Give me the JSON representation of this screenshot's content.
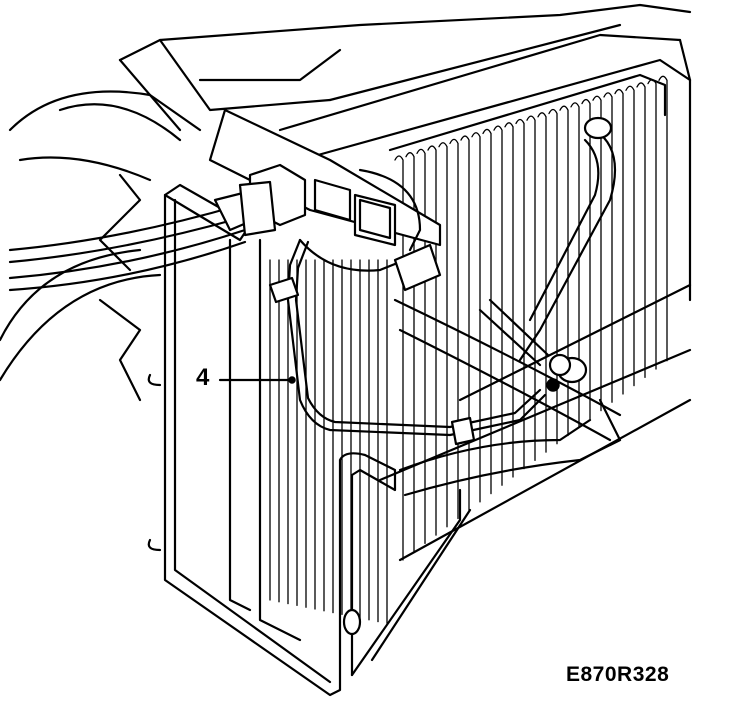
{
  "callouts": [
    {
      "id": "4",
      "label": "4"
    }
  ],
  "figure_ref": "E870R328",
  "colors": {
    "ink": "#000000",
    "paper": "#ffffff"
  }
}
